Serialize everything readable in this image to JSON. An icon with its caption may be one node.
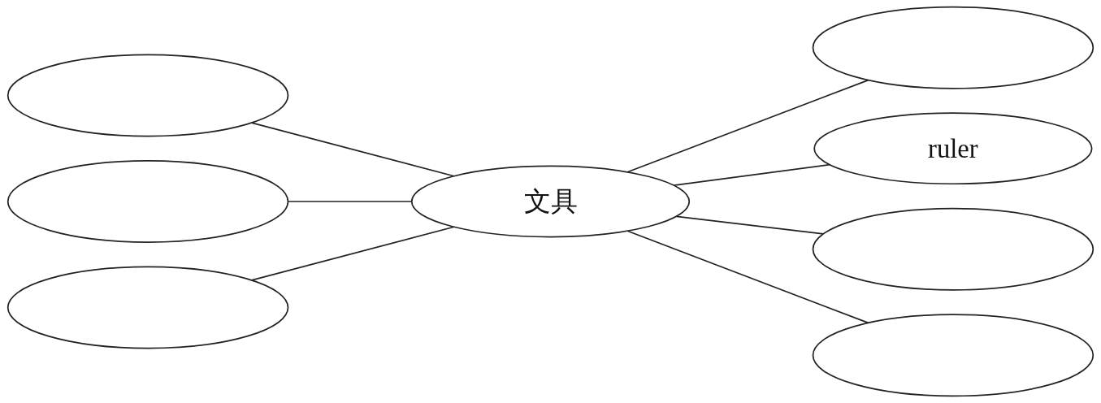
{
  "diagram": {
    "nodes": [
      {
        "text": [],
        "shape": "ellipse"
      },
      {
        "text": [],
        "shape": "ellipse"
      },
      {
        "text": [
          "ruler"
        ]
      },
      {
        "text": [],
        "shape": "ellipse"
      },
      {
        "text": [
          "文具"
        ]
      },
      {
        "text": [],
        "shape": "ellipse"
      },
      {
        "text": [],
        "shape": "ellipse"
      },
      {
        "text": [],
        "shape": "ellipse"
      }
    ],
    "edges": [
      {
        "from": 4,
        "to": 0,
        "arrow": "none"
      },
      {
        "from": 1,
        "to": 4,
        "arrow": "none"
      },
      {
        "from": 4,
        "to": 2,
        "arrow": "none"
      },
      {
        "from": 3,
        "to": 4,
        "arrow": "none"
      },
      {
        "from": 4,
        "to": 5,
        "arrow": "none"
      },
      {
        "from": 6,
        "to": 4,
        "arrow": "none"
      },
      {
        "from": 4,
        "to": 7,
        "arrow": "none"
      }
    ]
  }
}
